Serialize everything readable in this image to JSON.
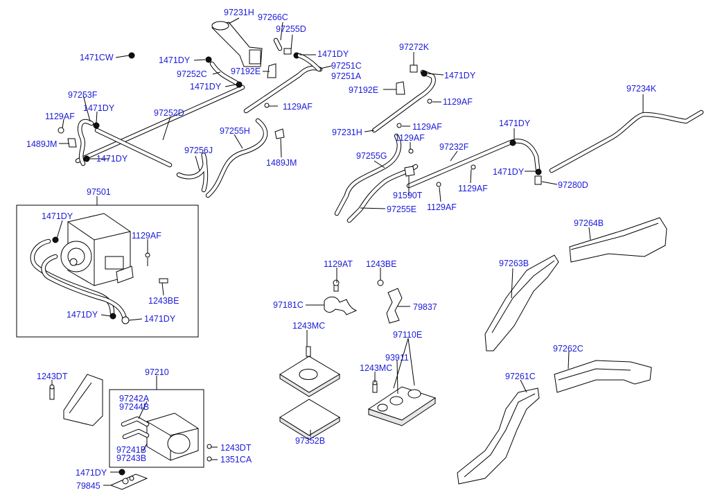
{
  "labels": [
    "97231H",
    "97266C",
    "97255D",
    "1471CW",
    "1471DY",
    "1471DY",
    "97252C",
    "97192E",
    "97251C",
    "97251A",
    "1471DY",
    "97253F",
    "1471DY",
    "1129AF",
    "97252D",
    "1129AF",
    "1489JM",
    "97255H",
    "97256J",
    "1471DY",
    "1489JM",
    "97272K",
    "1471DY",
    "97192E",
    "1129AF",
    "97234K",
    "1129AF",
    "1471DY",
    "97231H",
    "1129AF",
    "97232F",
    "97255G",
    "1471DY",
    "97280D",
    "1129AF",
    "91590T",
    "1129AF",
    "97255E",
    "97501",
    "1471DY",
    "1129AF",
    "1243BE",
    "1471DY",
    "1471DY",
    "97264B",
    "97263B",
    "1129AT",
    "1243BE",
    "97181C",
    "79837",
    "1243MC",
    "97110E",
    "93911",
    "1243MC",
    "97352B",
    "97262C",
    "97261C",
    "1243DT",
    "97210",
    "97242A",
    "97244B",
    "97241B",
    "97243B",
    "1243DT",
    "1351CA",
    "1471DY",
    "79845"
  ]
}
